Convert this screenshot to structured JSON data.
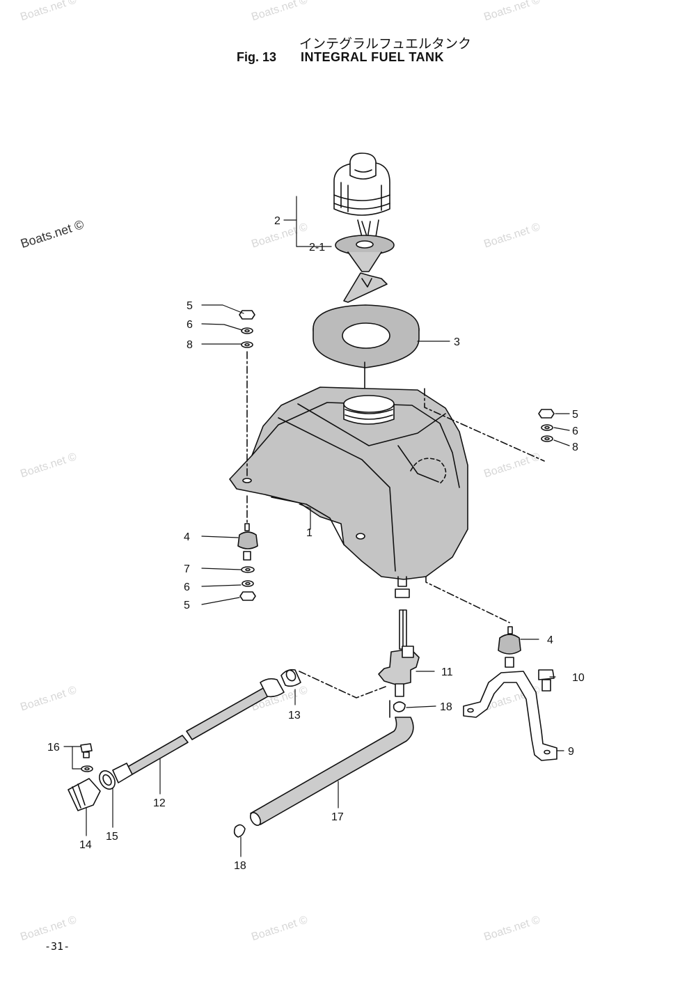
{
  "header": {
    "title_jp": "インテグラルフュエルタンク",
    "fig_label": "Fig. 13",
    "title_en": "INTEGRAL FUEL TANK"
  },
  "footer": {
    "page_number": "-31-"
  },
  "watermarks": {
    "main": "Boats.net ©",
    "faint": "Boats.net ©"
  },
  "callouts": {
    "c2": "2",
    "c2_1": "2-1",
    "c3": "3",
    "c5a": "5",
    "c6a": "6",
    "c8a": "8",
    "c5b": "5",
    "c6b": "6",
    "c8b": "8",
    "c1": "1",
    "c4a": "4",
    "c7": "7",
    "c6c": "6",
    "c5c": "5",
    "c4b": "4",
    "c10": "10",
    "c11": "11",
    "c18a": "18",
    "c9": "9",
    "c13": "13",
    "c16": "16",
    "c12": "12",
    "c17": "17",
    "c14": "14",
    "c15": "15",
    "c18b": "18"
  }
}
